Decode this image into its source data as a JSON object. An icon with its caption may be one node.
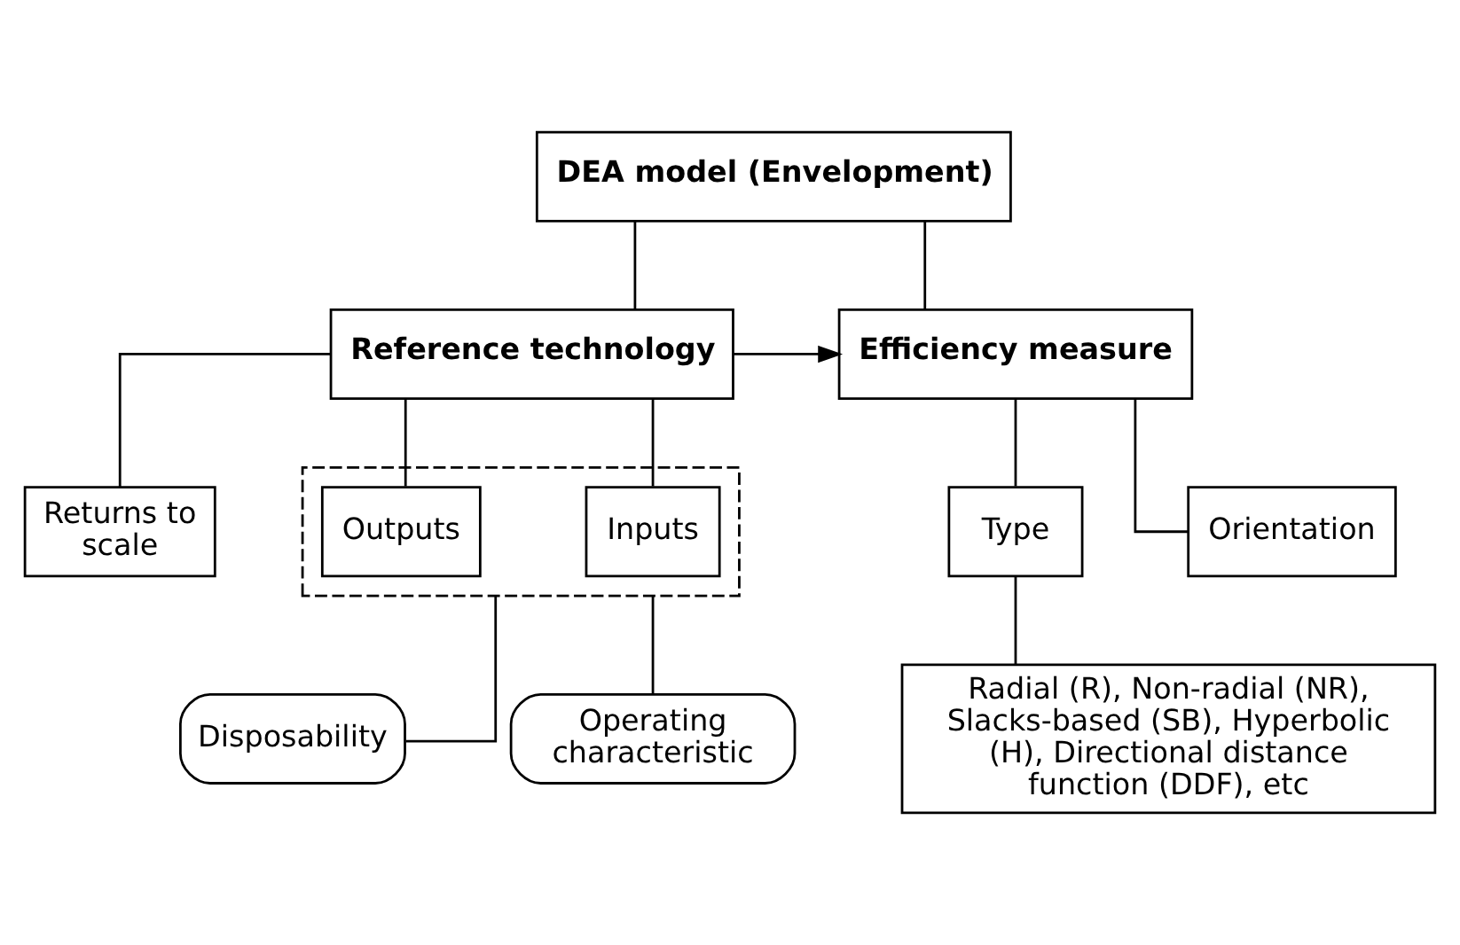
{
  "diagram": {
    "nodes": [
      {
        "text": [
          "DEA model (Envelopment)"
        ]
      },
      {
        "text": [
          "Reference technology"
        ]
      },
      {
        "text": [
          "Efficiency measure"
        ]
      },
      {
        "text": [
          "Returns to scale"
        ]
      },
      {
        "text": [],
        "shape": "box"
      },
      {
        "text": [
          "Inputs"
        ],
        "in": 4
      },
      {
        "text": [
          "Outputs"
        ],
        "in": 4
      },
      {
        "text": [
          "Disposability"
        ]
      },
      {
        "text": [
          "Operating characteristic"
        ]
      },
      {
        "text": [
          "Type"
        ]
      },
      {
        "text": [
          "Orientation"
        ]
      },
      {
        "text": [
          "Radial (R), Non-radial (NR), Slacks-based (SB), Hyperbolic (H), Directional distance function (DDF), etc"
        ]
      }
    ],
    "edges": [
      {
        "from": 0,
        "to": 1,
        "arrow": "none"
      },
      {
        "from": 0,
        "to": 2,
        "arrow": "none"
      },
      {
        "from": 1,
        "to": 2,
        "arrow": "to"
      },
      {
        "from": 1,
        "to": 3,
        "arrow": "none"
      },
      {
        "from": 1,
        "to": 5,
        "arrow": "none"
      },
      {
        "from": 1,
        "to": 6,
        "arrow": "none"
      },
      {
        "from": 4,
        "to": 7,
        "arrow": "none"
      },
      {
        "from": 4,
        "to": 8,
        "arrow": "none"
      },
      {
        "from": 2,
        "to": 9,
        "arrow": "none"
      },
      {
        "from": 2,
        "to": 10,
        "arrow": "none"
      },
      {
        "from": 11,
        "to": 9,
        "arrow": "none"
      }
    ]
  }
}
